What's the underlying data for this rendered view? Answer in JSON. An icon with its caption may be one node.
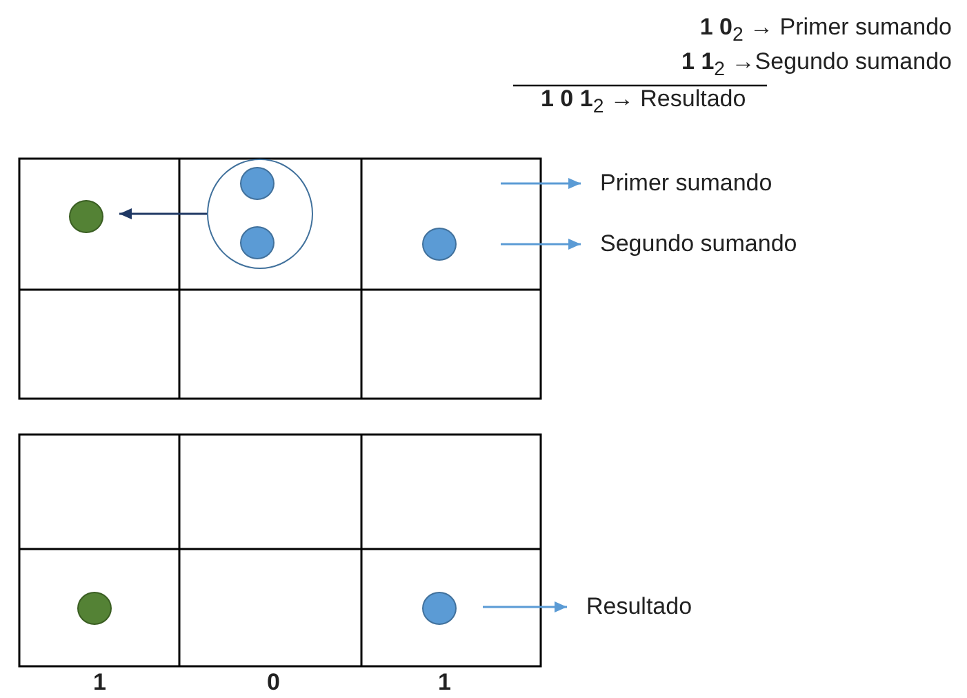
{
  "diagram": {
    "nodes": [
      {
        "text": [],
        "shape": "circle"
      },
      {
        "text": [],
        "shape": "circle"
      },
      {
        "text": [],
        "shape": "circle",
        "in": 1
      },
      {
        "text": [],
        "shape": "circle",
        "in": 1
      },
      {
        "text": [],
        "shape": "circle"
      },
      {
        "text": [
          "Primer sumando"
        ]
      },
      {
        "text": [
          "Segundo sumando"
        ]
      },
      {
        "text": [],
        "shape": "circle"
      },
      {
        "text": [],
        "shape": "circle"
      },
      {
        "text": [
          "Resultado"
        ]
      }
    ],
    "edges": [
      {
        "from": 1,
        "to": 0,
        "arrow": "to",
        "color": "#1f3864"
      },
      {
        "from": null,
        "to": 5,
        "arrow": "to"
      },
      {
        "from": null,
        "to": 6,
        "arrow": "to"
      },
      {
        "from": null,
        "to": 9,
        "arrow": "to"
      }
    ],
    "labels": [
      "**1 0**$_{2}$ → Primer sumando",
      "**1 1**$_{2}$ →Segundo sumando",
      "**1 0 1**$_{2}$ → Resultado",
      "1",
      "0",
      "1"
    ]
  }
}
